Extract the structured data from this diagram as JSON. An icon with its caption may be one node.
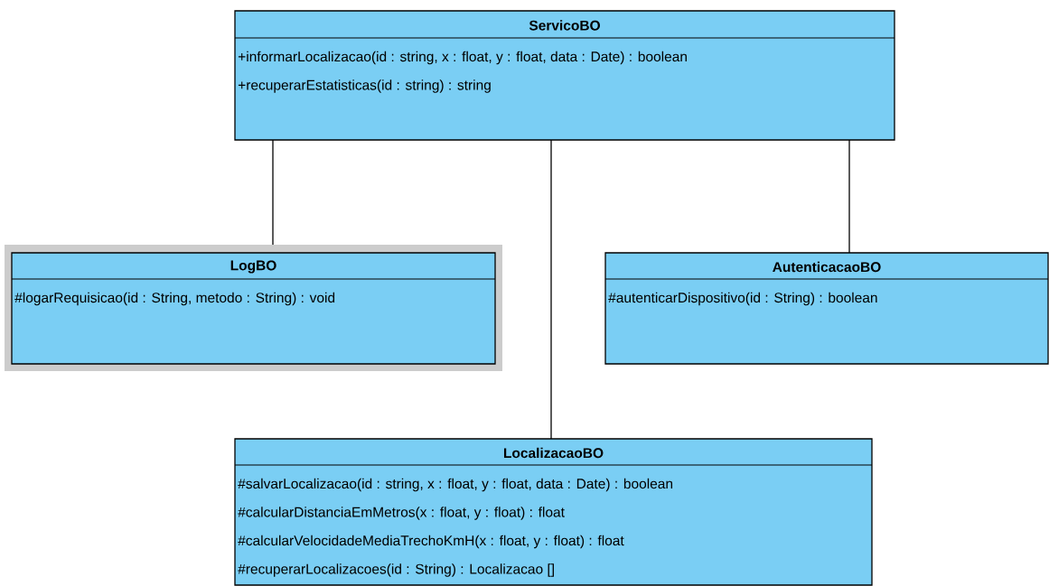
{
  "diagram": {
    "nodes": [
      {
        "text": [
          "ServicoBO",
          "+informarLocalizacao(id : string, x : float, y : float, data : Date) : boolean",
          "+recuperarEstatisticas(id : string) : string"
        ]
      },
      {
        "text": [
          "LogBO",
          "#logarRequisicao(id : String, metodo : String) : void"
        ]
      },
      {
        "text": [
          "AutenticacaoBO",
          "#autenticarDispositivo(id : String) : boolean"
        ]
      },
      {
        "text": [
          "LocalizacaoBO",
          "#salvarLocalizacao(id : string, x : float, y : float, data : Date) : boolean",
          "#calcularDistanciaEmMetros(x : float, y : float) : float",
          "#calcularVelocidadeMediaTrechoKmH(x : float, y : float) : float",
          "#recuperarLocalizacoes(id : String) : Localizacao []"
        ]
      }
    ],
    "edges": [
      {
        "from": 0,
        "to": 1,
        "arrow": "none"
      },
      {
        "from": 0,
        "to": 3,
        "arrow": "none"
      },
      {
        "from": 0,
        "to": 2,
        "arrow": "none"
      }
    ]
  }
}
